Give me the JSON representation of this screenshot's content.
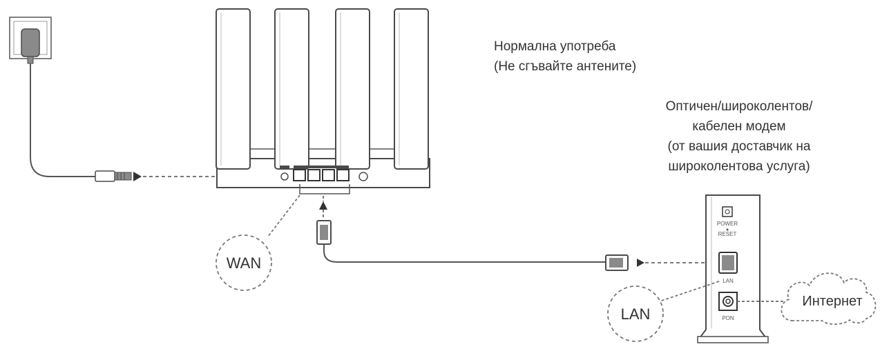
{
  "labels": {
    "normal_use_line1": "Нормална употреба",
    "normal_use_line2": "(Не сгъвайте антените)",
    "modem_line1": "Оптичен/широколентов/",
    "modem_line2": "кабелен модем",
    "modem_line3": "(от вашия доставчик на",
    "modem_line4": "широколентова услуга)",
    "wan": "WAN",
    "lan": "LAN",
    "internet": "Интернет",
    "modem_power": "POWER",
    "modem_reset": "RESET",
    "modem_lan": "LAN",
    "modem_pon": "PON"
  },
  "colors": {
    "line": "#555555",
    "outline": "#4a4a4a",
    "dashed": "#777777",
    "fill_dark": "#8a8a8a"
  }
}
